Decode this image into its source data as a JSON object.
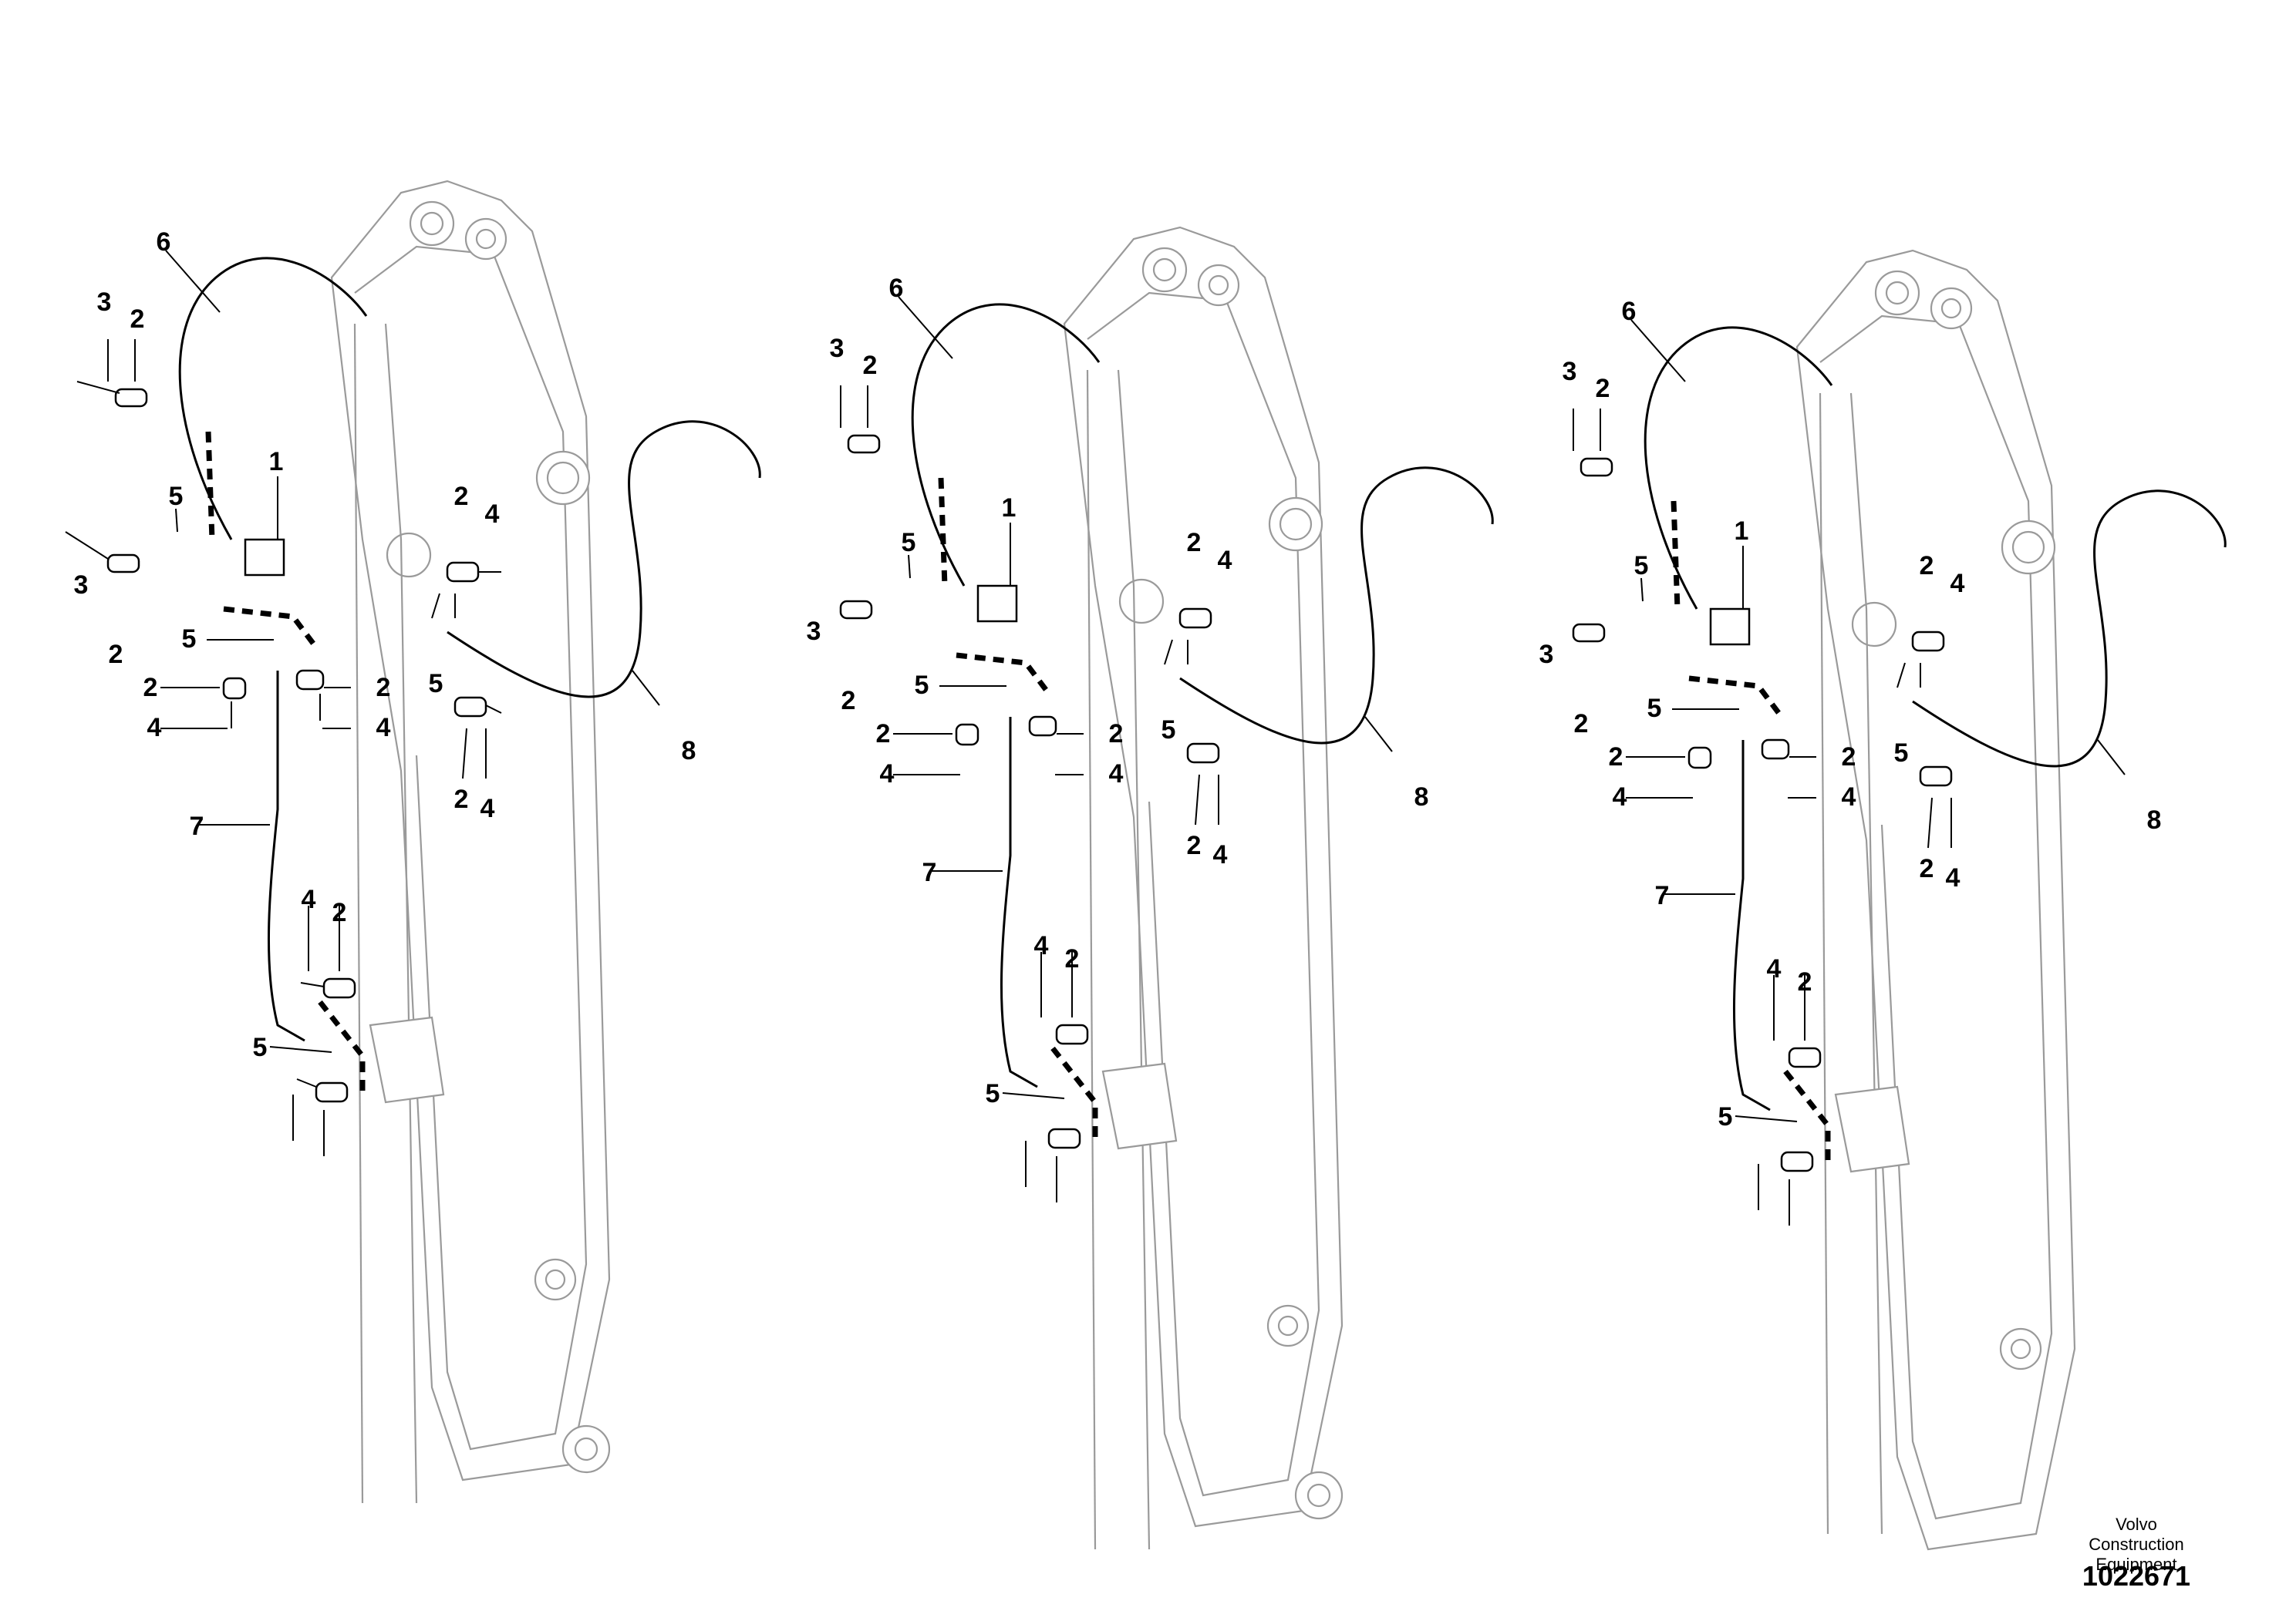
{
  "views": [
    {
      "id": "view-left",
      "callouts": [
        "1",
        "2",
        "2",
        "2",
        "2",
        "2",
        "2",
        "2",
        "3",
        "3",
        "4",
        "4",
        "4",
        "4",
        "4",
        "5",
        "5",
        "5",
        "5",
        "6",
        "7",
        "8"
      ]
    },
    {
      "id": "view-middle",
      "callouts": [
        "1",
        "2",
        "2",
        "2",
        "2",
        "2",
        "2",
        "2",
        "3",
        "3",
        "4",
        "4",
        "4",
        "4",
        "4",
        "5",
        "5",
        "5",
        "5",
        "6",
        "7",
        "8"
      ]
    },
    {
      "id": "view-right",
      "callouts": [
        "1",
        "2",
        "2",
        "2",
        "2",
        "2",
        "2",
        "2",
        "3",
        "3",
        "4",
        "4",
        "4",
        "4",
        "4",
        "5",
        "5",
        "5",
        "5",
        "6",
        "7",
        "8"
      ]
    }
  ],
  "footer": {
    "brand_line1": "Volvo Construction",
    "brand_line2": "Equipment",
    "drawing_number": "1022671"
  }
}
